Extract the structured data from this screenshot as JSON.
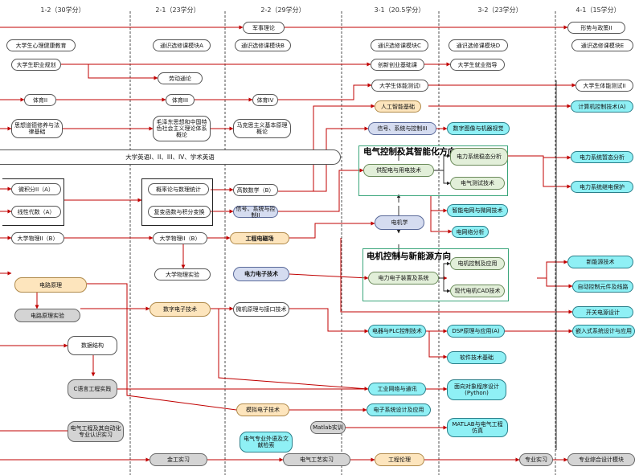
{
  "terms": {
    "t1": "1-2（30学分）",
    "t2": "2-1（23学分）",
    "t3": "2-2（29学分）",
    "t4": "3-1（20.5学分）",
    "t5": "3-2（23学分）",
    "t6": "4-1（15学分）"
  },
  "groups": {
    "intelligent": "电气控制及其智能化方向",
    "newenergy": "电机控制与新能源方向"
  },
  "courses": {
    "military": "军事理论",
    "situation": "形势与政策II",
    "psych": "大学生心理健康教育",
    "genA": "通识选修课模块A",
    "genB": "通识选修课模块B",
    "genC": "通识选修课模块C",
    "genD": "通识选修课模块D",
    "genE": "通识选修课模块E",
    "career": "大学生职业规划",
    "innov": "创新创业基础课",
    "employ": "大学生就业指导",
    "labor": "劳动通论",
    "fitnessI": "大学生体能测试I",
    "fitnessII": "大学生体能测试II",
    "pe2": "体育II",
    "pe3": "体育III",
    "pe4": "体育IV",
    "ai": "人工智能基础",
    "compctrl": "计算机控制技术(A)",
    "ideology": "思想道德修养与法律基础",
    "mao": "毛泽东思想和中国特色社会主义理论体系概论",
    "marx": "马克思主义基本原理概论",
    "signal3": "信号、系统与控制III",
    "imgvision": "数字图像与机器视觉",
    "english": "大学英语I、II、III、IV、学术英语",
    "pscontrol": "电力系统稳态分析",
    "pstransient": "电力系统暂态分析",
    "distrib": "供配电与用电技术",
    "relay": "电力系统继电保护",
    "calc2": "微积分II（A）",
    "linalg": "线性代数（A）",
    "prob": "概率论与数理统计",
    "complex": "复变函数与积分变换",
    "highmath": "高数数学（B）",
    "measure": "电气测试技术",
    "signal2": "信号、系统与控制II",
    "smartgrid": "智能电网与微网技术",
    "motor": "电机学",
    "netanalysis": "电网络分析",
    "phys2a": "大学物理II（B）",
    "phys2b": "大学物理II（B）",
    "emfield": "工程电磁场",
    "physlab": "大学物理实验",
    "newtech": "新能源技术",
    "circuit": "电路原理",
    "powerelec": "电力电子技术",
    "pedevice": "电力电子装置及系统",
    "motorctrl": "电机控制及应用",
    "motorcad": "现代电机CAD技术",
    "autoctrl": "自动控制元件及线路",
    "circuitlab": "电路原理实验",
    "digital": "数字电子技术",
    "micro": "微机原理与接口技术",
    "switchps": "开关电源设计",
    "datastruct": "数据结构",
    "plc": "电器与PLC控制技术",
    "dsp": "DSP原理与应用(A)",
    "embedded": "嵌入式系统设计与应用",
    "software": "软件技术基础",
    "clang": "C语言工程实践",
    "industnet": "工业网络与通讯",
    "oop": "面向对象程序设计(Python)",
    "analog": "模拟电子技术",
    "elecsys": "电子系统设计及应用",
    "matlab": "Matlab实训",
    "eleccad": "MATLAB与电气工程仿真",
    "intro": "电气工程及其自动化专业认识实习",
    "forlang": "电气专业外语及文献检索",
    "metalwork": "金工实习",
    "elecpractice": "电气工艺实习",
    "ethics": "工程伦理",
    "internship": "专业实习",
    "capstone": "专业综合设计模块"
  }
}
